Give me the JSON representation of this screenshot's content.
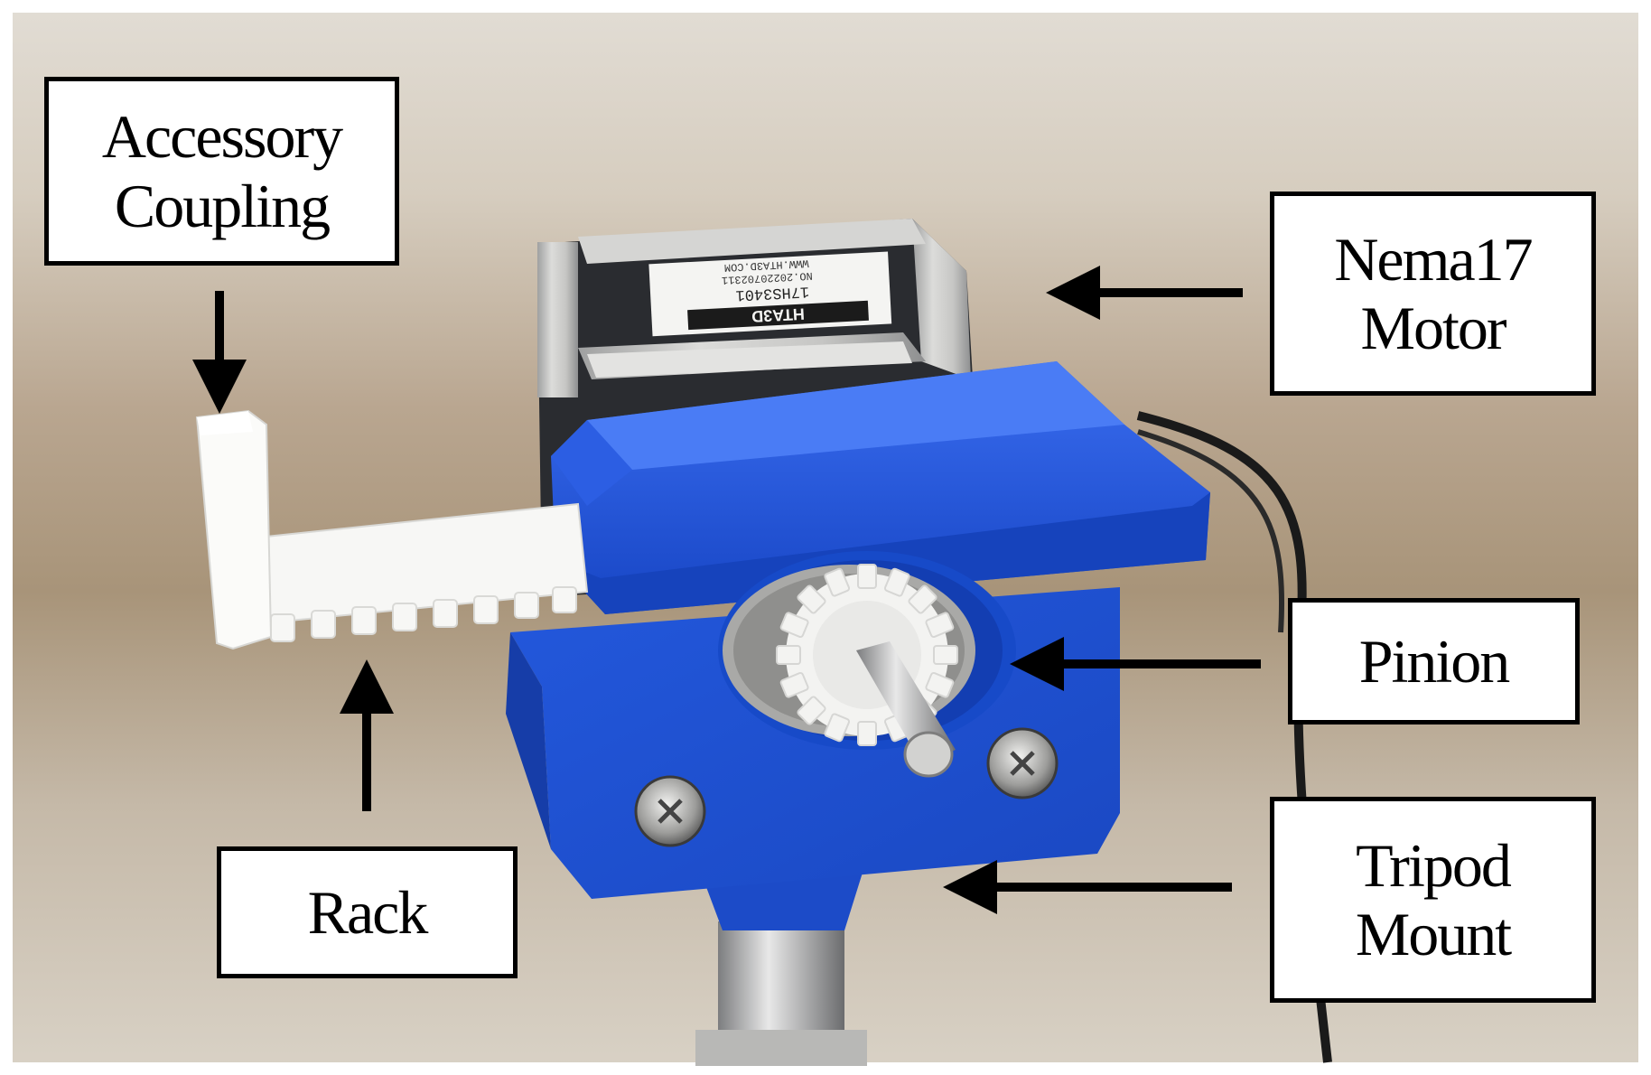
{
  "labels": {
    "accessory_coupling": [
      "Accessory",
      "Coupling"
    ],
    "nema17_motor": [
      "Nema17",
      "Motor"
    ],
    "pinion": "Pinion",
    "rack": "Rack",
    "tripod_mount": [
      "Tripod",
      "Mount"
    ]
  },
  "motor_sticker": {
    "brand": "HTA3D",
    "model": "17HS3401",
    "serial": "NO.20220702311",
    "website": "WWW.HTA3D.COM"
  },
  "colors": {
    "blue_bracket": "#1f55d6",
    "motor_silver": "#c4c4c2",
    "motor_black": "#26282c",
    "rack_white": "#f6f6f4",
    "background_wall": "#d8d2c8",
    "background_table": "#b7a48d",
    "label_border": "#000000",
    "arrow": "#000000"
  }
}
